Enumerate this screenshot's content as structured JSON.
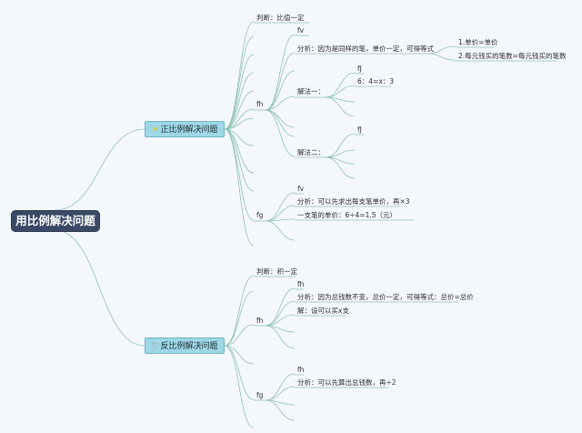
{
  "root": {
    "label": "用比例解决问题"
  },
  "icons": {
    "branch1": "lightbulb-icon",
    "branch2": "heart-icon"
  },
  "colors": {
    "root_bg": "#3a4a66",
    "branch_bg": "#9ed8e6",
    "line": "#8fc0b4"
  },
  "branch1": {
    "label": "正比例解决问题",
    "judge": "判断：比值一定",
    "g1": {
      "tag": "fh",
      "title": "fv",
      "analysis": "分析：因为是同样的笔，单价一定，可得等式",
      "eq1": "1.单价=单价",
      "eq2": "2.每元钱买的笔数=每元钱买的笔数",
      "m1": {
        "label": "解法一：",
        "l1": "fJ",
        "l2": "6：4=x：3"
      },
      "m2": {
        "label": "解法二：",
        "l1": "fJ"
      }
    },
    "g2": {
      "tag": "fg",
      "title": "fv",
      "analysis": "分析：可以先求出每支笔单价，再×3",
      "line": "一支笔的单价：6÷4=1.5（元）"
    }
  },
  "branch2": {
    "label": "反比例解决问题",
    "judge": "判断：积一定",
    "g1": {
      "tag": "fh",
      "title": "fh",
      "analysis": "分析：因为总钱数不变，总价一定，可得等式：总价=总价",
      "sol": "解：设可以买x支"
    },
    "g2": {
      "tag": "fg",
      "title": "fh",
      "analysis": "分析：可以先算出总钱数，再÷2"
    }
  }
}
